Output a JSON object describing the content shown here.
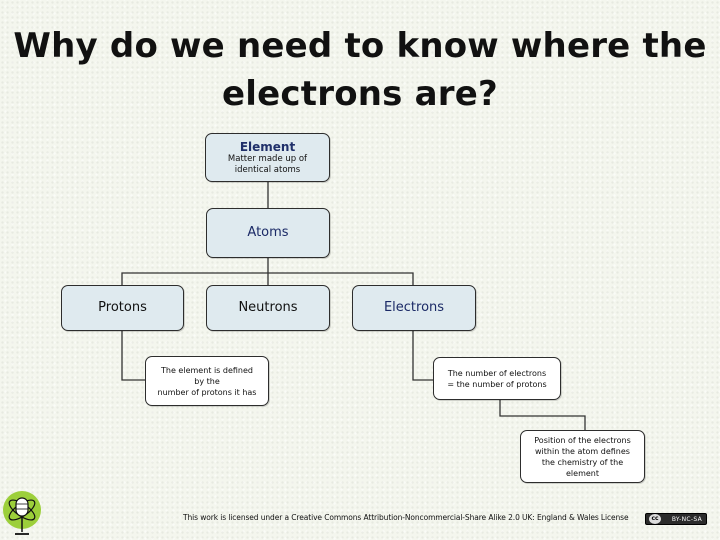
{
  "slide": {
    "title_line1": "Why do we need to know where the",
    "title_line2": "electrons are?"
  },
  "diagram": {
    "element": {
      "heading": "Element",
      "line1": "Matter made up of",
      "line2": "identical atoms"
    },
    "atoms": {
      "label": "Atoms"
    },
    "protons": {
      "label": "Protons"
    },
    "neutrons": {
      "label": "Neutrons"
    },
    "electrons": {
      "label": "Electrons"
    },
    "proton_note": {
      "line1": "The element is defined",
      "line2": "by the",
      "line3": "number of protons it has"
    },
    "electron_note": {
      "line1": "The number of electrons",
      "line2": "= the number of protons"
    },
    "position_note": {
      "line1": "Position of the electrons",
      "line2": "within the atom defines",
      "line3": "the chemistry of the",
      "line4": "element"
    }
  },
  "footer": {
    "license_text": "This work is licensed under a Creative Commons Attribution-Noncommercial-Share Alike 2.0 UK: England & Wales License",
    "badge_cc": "cc",
    "badge_terms": "BY-NC-SA"
  },
  "colors": {
    "box_fill": "#dfeaef",
    "box_border": "#2d2d2d",
    "connector": "#333333",
    "logo_green": "#9ccf3a"
  },
  "icons": {
    "logo": "atom-microphone-logo"
  }
}
